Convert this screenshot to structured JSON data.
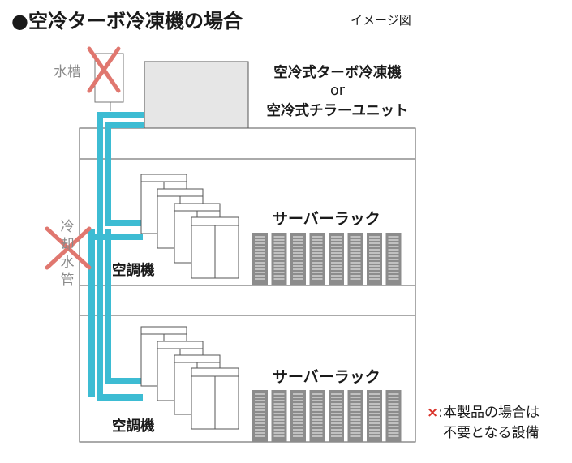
{
  "header": {
    "title": "●空冷ターボ冷凍機の場合",
    "note": "イメージ図"
  },
  "roof_unit": {
    "line1": "空冷式ターボ冷凍機",
    "line2": "or",
    "line3": "空冷式チラーユニット"
  },
  "water_tank": {
    "label": "水槽"
  },
  "cooling_pipe": {
    "chars": [
      "冷",
      "却",
      "水",
      "管"
    ]
  },
  "floors": [
    {
      "rack_label": "サーバーラック",
      "ac_label": "空調機"
    },
    {
      "rack_label": "サーバーラック",
      "ac_label": "空調機"
    }
  ],
  "legend": {
    "mark": "×",
    "line1": ":本製品の場合は",
    "line2": "不要となる設備"
  },
  "colors": {
    "pipe": "#3dbcd3",
    "cross": "#e0776f",
    "frame": "#444444",
    "unit_fill": "#e6e6e6",
    "rack": "#8c8c8c"
  }
}
